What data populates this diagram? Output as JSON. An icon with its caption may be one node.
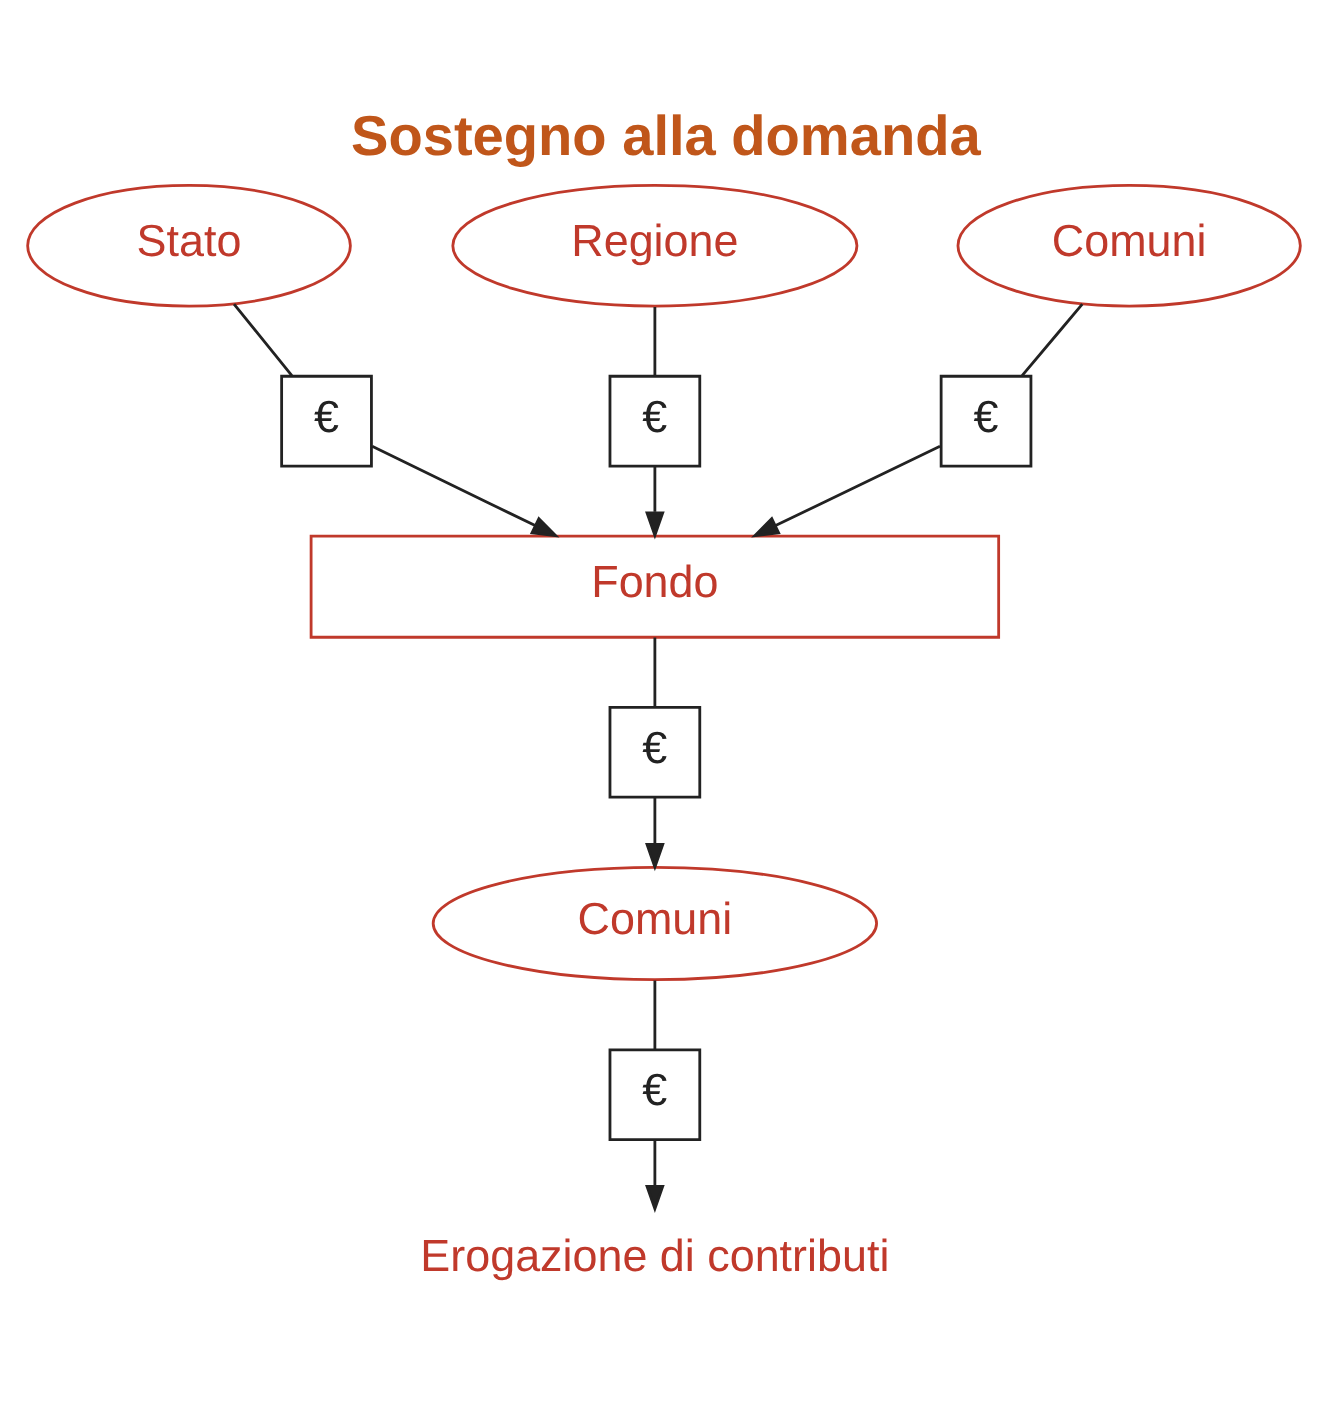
{
  "diagram": {
    "title": "Sostegno alla domanda",
    "nodes": [
      {
        "text": [
          "Stato"
        ]
      },
      {
        "text": [
          "Regione"
        ]
      },
      {
        "text": [
          "Comuni"
        ]
      },
      {
        "text": [
          "€"
        ]
      },
      {
        "text": [
          "€"
        ]
      },
      {
        "text": [
          "€"
        ]
      },
      {
        "text": [
          "Fondo"
        ]
      },
      {
        "text": [
          "€"
        ]
      },
      {
        "text": [
          "Comuni"
        ]
      },
      {
        "text": [
          "€"
        ]
      },
      {
        "text": [
          "Erogazione di contributi"
        ]
      }
    ],
    "edges": [
      {
        "from": 0,
        "to": 3,
        "arrow": "none"
      },
      {
        "from": 1,
        "to": 4,
        "arrow": "none"
      },
      {
        "from": 2,
        "to": 5,
        "arrow": "none"
      },
      {
        "from": 3,
        "to": 6,
        "arrow": "to"
      },
      {
        "from": 4,
        "to": 6,
        "arrow": "to"
      },
      {
        "from": 5,
        "to": 6,
        "arrow": "to"
      },
      {
        "from": 6,
        "to": 7,
        "arrow": "none"
      },
      {
        "from": 7,
        "to": 8,
        "arrow": "to"
      },
      {
        "from": 8,
        "to": 9,
        "arrow": "none"
      },
      {
        "from": 9,
        "to": 10,
        "arrow": "to"
      }
    ]
  }
}
